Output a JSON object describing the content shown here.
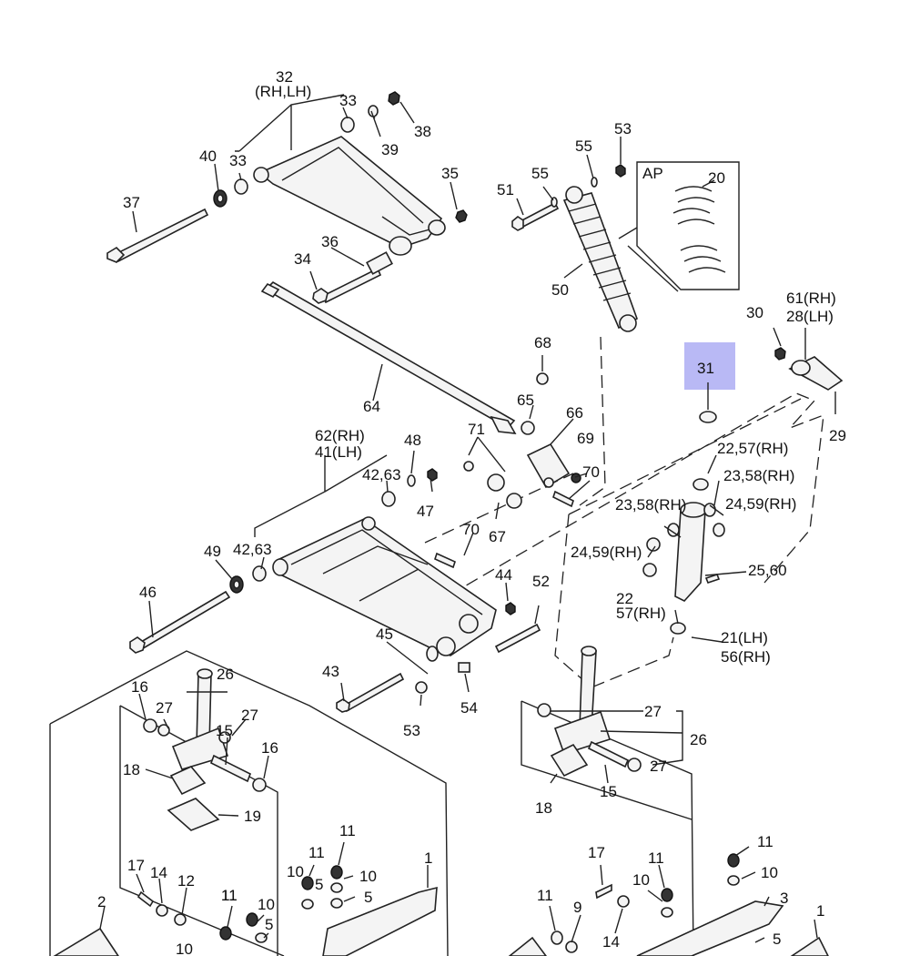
{
  "highlight": {
    "label": "31",
    "color": "#b9b9f5"
  },
  "callouts": [
    {
      "id": "c32",
      "text": "32"
    },
    {
      "id": "c32b",
      "text": "(RH,LH)"
    },
    {
      "id": "c33a",
      "text": "33"
    },
    {
      "id": "c33b",
      "text": "33"
    },
    {
      "id": "c38",
      "text": "38"
    },
    {
      "id": "c39",
      "text": "39"
    },
    {
      "id": "c40",
      "text": "40"
    },
    {
      "id": "c35",
      "text": "35"
    },
    {
      "id": "c37",
      "text": "37"
    },
    {
      "id": "c36",
      "text": "36"
    },
    {
      "id": "c34",
      "text": "34"
    },
    {
      "id": "c53a",
      "text": "53"
    },
    {
      "id": "c55a",
      "text": "55"
    },
    {
      "id": "c55b",
      "text": "55"
    },
    {
      "id": "c51",
      "text": "51"
    },
    {
      "id": "cAP",
      "text": "AP"
    },
    {
      "id": "c20",
      "text": "20"
    },
    {
      "id": "c50",
      "text": "50"
    },
    {
      "id": "c61",
      "text": "61(RH)"
    },
    {
      "id": "c28",
      "text": "28(LH)"
    },
    {
      "id": "c30",
      "text": "30"
    },
    {
      "id": "c68",
      "text": "68"
    },
    {
      "id": "c64",
      "text": "64"
    },
    {
      "id": "c65",
      "text": "65"
    },
    {
      "id": "c66",
      "text": "66"
    },
    {
      "id": "c29",
      "text": "29"
    },
    {
      "id": "c62",
      "text": "62(RH)"
    },
    {
      "id": "c41",
      "text": "41(LH)"
    },
    {
      "id": "c48",
      "text": "48"
    },
    {
      "id": "c71",
      "text": "71"
    },
    {
      "id": "c69",
      "text": "69"
    },
    {
      "id": "c2257a",
      "text": "22,57(RH)"
    },
    {
      "id": "c4263a",
      "text": "42,63"
    },
    {
      "id": "c47",
      "text": "47"
    },
    {
      "id": "c70a",
      "text": "70"
    },
    {
      "id": "c2358a",
      "text": "23,58(RH)"
    },
    {
      "id": "c2358b",
      "text": "23,58(RH)"
    },
    {
      "id": "c2459a",
      "text": "24,59(RH)"
    },
    {
      "id": "c70b",
      "text": "70"
    },
    {
      "id": "c67",
      "text": "67"
    },
    {
      "id": "c49",
      "text": "49"
    },
    {
      "id": "c4263b",
      "text": "42,63"
    },
    {
      "id": "c2459b",
      "text": "24,59(RH)"
    },
    {
      "id": "c2560",
      "text": "25,60"
    },
    {
      "id": "c44",
      "text": "44"
    },
    {
      "id": "c46",
      "text": "46"
    },
    {
      "id": "c52",
      "text": "52"
    },
    {
      "id": "c22",
      "text": "22"
    },
    {
      "id": "c57",
      "text": "57(RH)"
    },
    {
      "id": "c45",
      "text": "45"
    },
    {
      "id": "c21",
      "text": "21(LH)"
    },
    {
      "id": "c56",
      "text": "56(RH)"
    },
    {
      "id": "c43",
      "text": "43"
    },
    {
      "id": "c26a",
      "text": "26"
    },
    {
      "id": "c16a",
      "text": "16"
    },
    {
      "id": "c27a",
      "text": "27"
    },
    {
      "id": "c27b",
      "text": "27"
    },
    {
      "id": "c53b",
      "text": "53"
    },
    {
      "id": "c54",
      "text": "54"
    },
    {
      "id": "c15a",
      "text": "15"
    },
    {
      "id": "c16b",
      "text": "16"
    },
    {
      "id": "c27c",
      "text": "27"
    },
    {
      "id": "c26b",
      "text": "26"
    },
    {
      "id": "c18a",
      "text": "18"
    },
    {
      "id": "c19",
      "text": "19"
    },
    {
      "id": "c27d",
      "text": "27"
    },
    {
      "id": "c15b",
      "text": "15"
    },
    {
      "id": "c18b",
      "text": "18"
    },
    {
      "id": "c11a",
      "text": "11"
    },
    {
      "id": "c11b",
      "text": "11"
    },
    {
      "id": "c11c",
      "text": "11"
    },
    {
      "id": "c1a",
      "text": "1"
    },
    {
      "id": "c10a",
      "text": "10"
    },
    {
      "id": "c10b",
      "text": "10"
    },
    {
      "id": "c5a",
      "text": "5"
    },
    {
      "id": "c5b",
      "text": "5"
    },
    {
      "id": "c17a",
      "text": "17"
    },
    {
      "id": "c14a",
      "text": "14"
    },
    {
      "id": "c12",
      "text": "12"
    },
    {
      "id": "c2",
      "text": "2"
    },
    {
      "id": "c11d",
      "text": "11"
    },
    {
      "id": "c10c",
      "text": "10"
    },
    {
      "id": "c5c",
      "text": "5"
    },
    {
      "id": "c10d",
      "text": "10"
    },
    {
      "id": "c17b",
      "text": "17"
    },
    {
      "id": "c11e",
      "text": "11"
    },
    {
      "id": "c11f",
      "text": "11"
    },
    {
      "id": "c10e",
      "text": "10"
    },
    {
      "id": "c3",
      "text": "3"
    },
    {
      "id": "c11g",
      "text": "11"
    },
    {
      "id": "c9",
      "text": "9"
    },
    {
      "id": "c14b",
      "text": "14"
    },
    {
      "id": "c1b",
      "text": "1"
    },
    {
      "id": "c5d",
      "text": "5"
    }
  ]
}
